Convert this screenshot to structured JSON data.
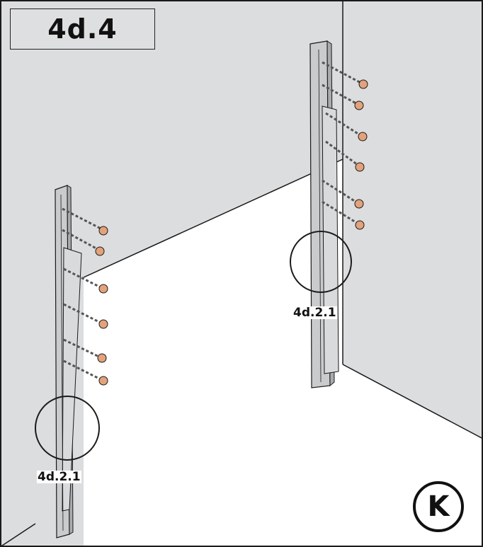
{
  "step": {
    "title": "4d.4"
  },
  "callouts": [
    {
      "label": "4d.2.1"
    },
    {
      "label": "4d.2.1"
    }
  ],
  "badge": {
    "letter": "K"
  },
  "colors": {
    "wall": "#dcdddf",
    "floor": "#ffffff",
    "rail": "#c9cbcd",
    "screw": "#555555",
    "washer": "#e2a27b",
    "outline": "#1a1a1a"
  },
  "icons": [
    "wall-rail",
    "anchor-screw",
    "detail-circle",
    "step-badge"
  ]
}
